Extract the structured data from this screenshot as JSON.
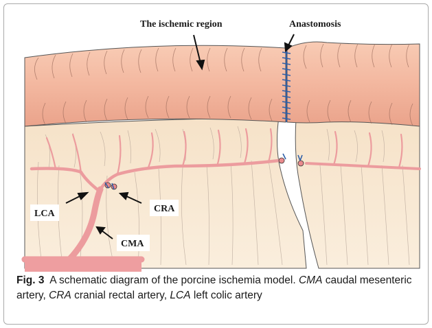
{
  "labels": {
    "ischemic_region": "The ischemic region",
    "anastomosis": "Anastomosis",
    "lca": "LCA",
    "cra": "CRA",
    "cma": "CMA"
  },
  "caption": {
    "fig_label": "Fig. 3",
    "text": "A schematic diagram of the porcine ischemia model.",
    "abbr1": "CMA",
    "def1": "caudal mesenteric artery,",
    "abbr2": "CRA",
    "def2": "cranial rectal artery,",
    "abbr3": "LCA",
    "def3": "left colic artery"
  },
  "colors": {
    "bowel": "#f2b8a0",
    "bowel_dark": "#e89c84",
    "mesentery": "#f7e6cf",
    "artery": "#ee9ea0",
    "suture": "#2f5fa8"
  }
}
